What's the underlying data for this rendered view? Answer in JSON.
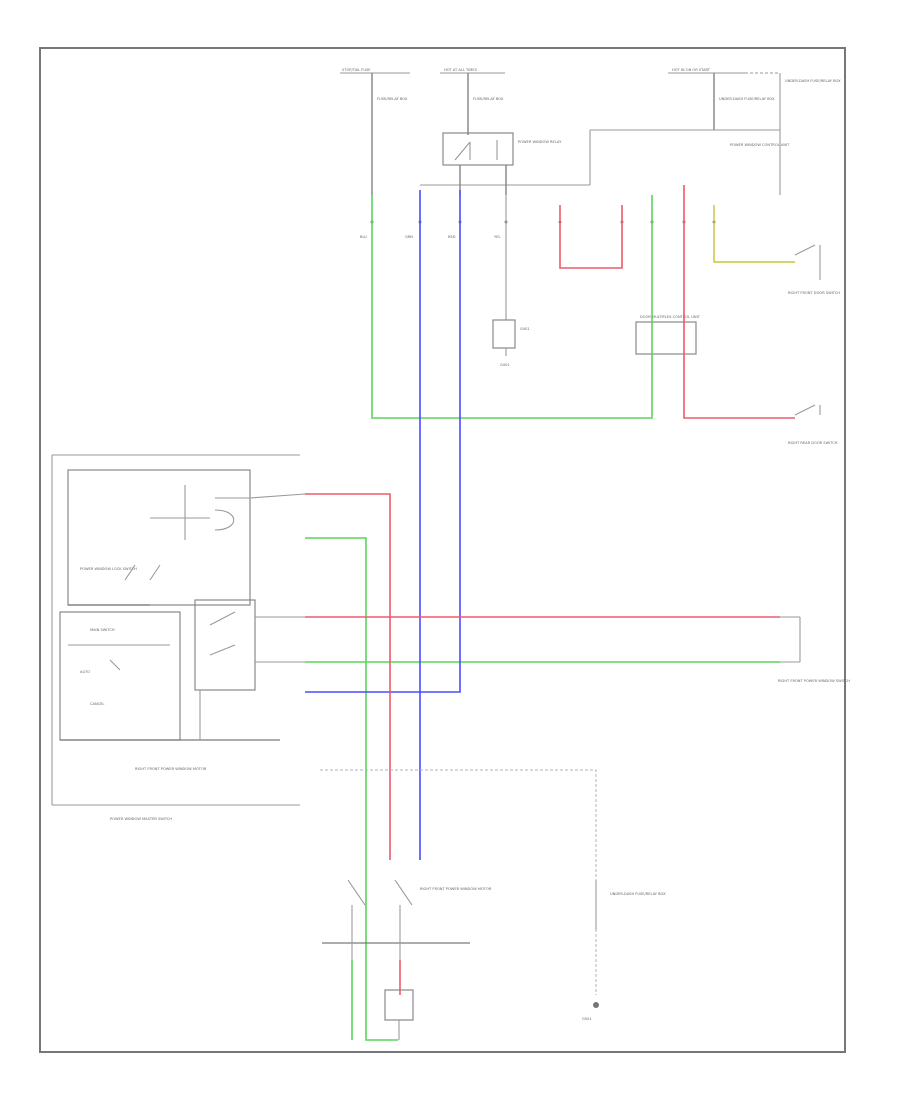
{
  "wires": {
    "green": "#5bd35b",
    "blue": "#4b4bff",
    "red": "#ee5a6a",
    "yellow": "#c8c23a",
    "gray": "#9a9a9a",
    "dash_gray": "#b0b0c0"
  },
  "labels": {
    "fuse_a": "STOP/TAIL FUSE",
    "fuse_b": "HOT AT ALL TIMES",
    "fuse_c": "HOT IN ON OR START",
    "fuse_block_a": "FUSE/RELAY BOX",
    "fuse_block_b": "FUSE/RELAY BOX",
    "dash_fuse": "UNDER-DASH FUSE/RELAY BOX",
    "relay": "POWER WINDOW RELAY",
    "relay_small": "POWER WINDOW CONTROL UNIT",
    "door_switch_right": "RIGHT FRONT DOOR SWITCH",
    "door_switch_rear": "RIGHT REAR DOOR SWITCH",
    "module_mid": "DOOR MULTIPLEX CONTROL UNIT",
    "ground_g": "G401",
    "master_switch_lbl": "POWER WINDOW MASTER SWITCH",
    "master_inner": "MAIN SWITCH",
    "lock_lbl": "POWER WINDOW LOCK SWITCH",
    "auto_lbl": "AUTO",
    "cancel_lbl": "CANCEL",
    "motor_lbl": "RIGHT FRONT POWER WINDOW MOTOR",
    "driver_switch": "RIGHT FRONT POWER WINDOW SWITCH",
    "driver_motor": "RIGHT FRONT POWER WINDOW MOTOR",
    "dash_small_a": "UNDER-DASH FUSE/RELAY BOX",
    "dash_small_b": "G401",
    "ground_bottom": "G501",
    "corner_note": "",
    "pin_a": "BLU",
    "pin_b": "GRN",
    "pin_c": "RED",
    "pin_d": "YEL"
  }
}
